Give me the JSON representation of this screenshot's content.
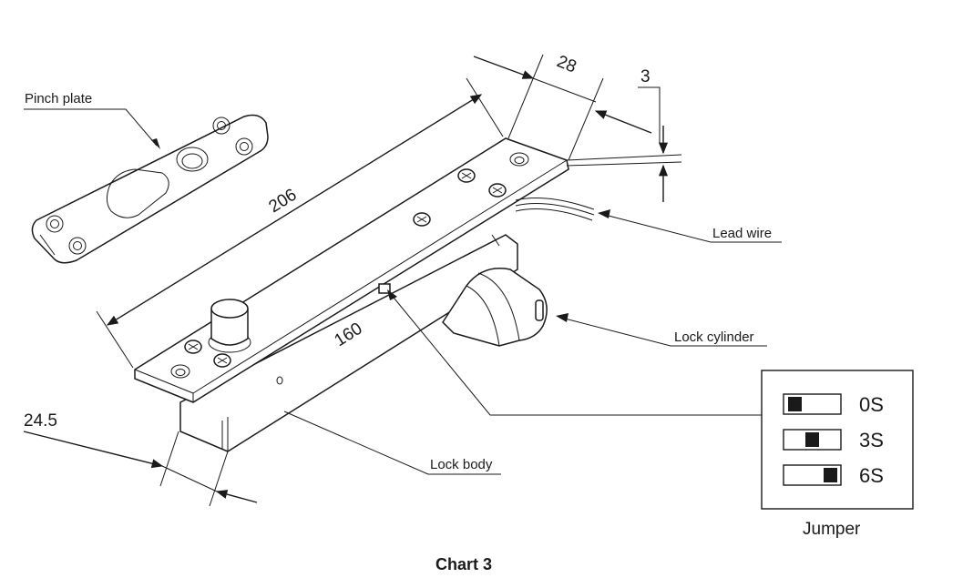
{
  "caption": "Chart 3",
  "labels": {
    "pinch_plate": "Pinch plate",
    "lead_wire": "Lead wire",
    "lock_cylinder": "Lock cylinder",
    "lock_body": "Lock body"
  },
  "dimensions": {
    "length": "206",
    "body_length": "160",
    "width": "28",
    "thickness": "3",
    "height": "24.5"
  },
  "jumper": {
    "title": "Jumper",
    "options": [
      {
        "label": "0S",
        "position": "left"
      },
      {
        "label": "3S",
        "position": "middle"
      },
      {
        "label": "6S",
        "position": "right"
      }
    ]
  }
}
